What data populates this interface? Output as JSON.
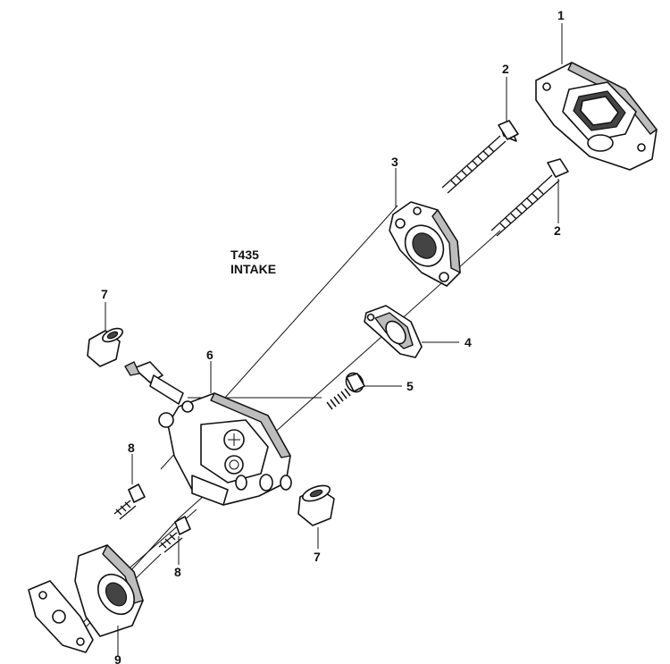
{
  "diagram": {
    "title_line1": "T435",
    "title_line2": "INTAKE",
    "callouts": {
      "c1": "1",
      "c2a": "2",
      "c2b": "2",
      "c3": "3",
      "c4": "4",
      "c5": "5",
      "c6": "6",
      "c7a": "7",
      "c7b": "7",
      "c8a": "8",
      "c8b": "8",
      "c9": "9"
    }
  }
}
